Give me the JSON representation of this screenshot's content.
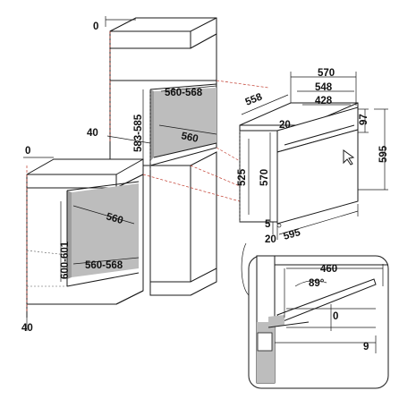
{
  "labels": {
    "tall_top_depth": "0",
    "tall_niche_width": "560-568",
    "tall_niche_height": "583-585",
    "tall_inner_width": "560",
    "tall_side_offset": "40",
    "base_top_depth": "0",
    "base_inner_width": "560",
    "base_niche_height": "600-601",
    "base_niche_width": "560-568",
    "base_bottom": "40",
    "oven_depth_total": "570",
    "oven_depth_548": "548",
    "oven_depth_428": "428",
    "oven_side_558": "558",
    "oven_front_20": "20",
    "oven_panel_97": "97",
    "oven_height_525": "525",
    "oven_height_570": "570",
    "oven_height_595": "595",
    "oven_width_595": "595",
    "oven_offset_5": "5",
    "oven_offset_20": "20",
    "door_open_depth": "460",
    "door_angle": "89°",
    "door_gap_0": "0",
    "door_gap_9": "9"
  },
  "colors": {
    "line": "#1a1a1a",
    "dashed_guide": "#c0392b",
    "cavity_shade": "#bdbdbd"
  }
}
